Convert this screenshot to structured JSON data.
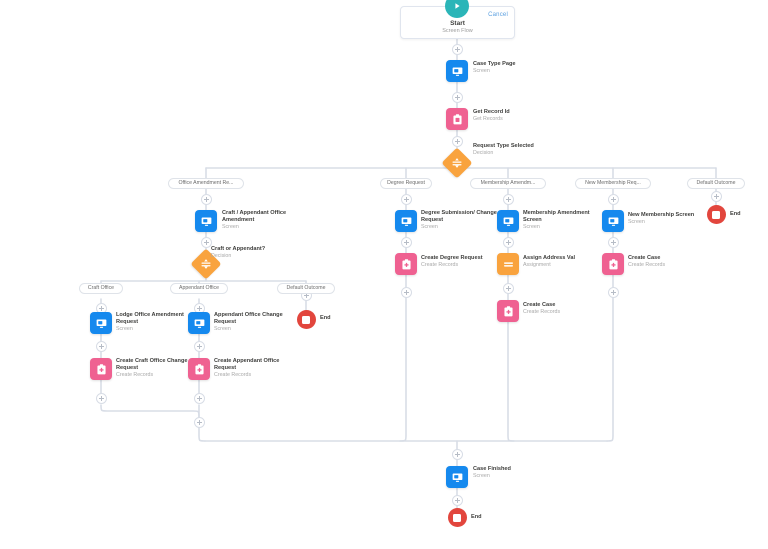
{
  "app": {
    "name": "Salesforce Flow Builder Canvas",
    "background": "#ffffff",
    "colors": {
      "screen": "#1589ee",
      "create_records": "#ef6191",
      "get_records": "#ef6191",
      "assignment": "#f9a33e",
      "decision": "#f9a33e",
      "start": "#2bb5b8",
      "end": "#e2463d",
      "connector": "#d8dde6",
      "label_text": "#3e3e3c",
      "sub_text": "#a8a8a8",
      "link": "#5a9fe0"
    }
  },
  "start": {
    "title": "Start",
    "subtitle": "Screen Flow",
    "cancel_label": "Cancel",
    "icon": "play-icon"
  },
  "nodes": [
    {
      "id": "case_type_page",
      "label": "Case Type Page",
      "sub": "Screen",
      "type": "screen"
    },
    {
      "id": "get_record_id",
      "label": "Get Record Id",
      "sub": "Get Records",
      "type": "records"
    },
    {
      "id": "request_type",
      "label": "Request Type Selected",
      "sub": "Decision",
      "type": "decision"
    },
    {
      "id": "craft_app_office",
      "label": "Craft / Appendant Office Amendment",
      "sub": "Screen",
      "type": "screen"
    },
    {
      "id": "craft_or_app",
      "label": "Craft or Appendant?",
      "sub": "Decision",
      "type": "decision"
    },
    {
      "id": "lodge_office",
      "label": "Lodge Office Amendment Request",
      "sub": "Screen",
      "type": "screen"
    },
    {
      "id": "create_craft",
      "label": "Create Craft Office Change Request",
      "sub": "Create Records",
      "type": "records"
    },
    {
      "id": "appendant_change",
      "label": "Appendant Office Change Request",
      "sub": "Screen",
      "type": "screen"
    },
    {
      "id": "create_appendant",
      "label": "Create Appendant Office Request",
      "sub": "Create Records",
      "type": "records"
    },
    {
      "id": "degree_submission",
      "label": "Degree Submission/ Change Request",
      "sub": "Screen",
      "type": "screen"
    },
    {
      "id": "create_degree",
      "label": "Create Degree Request",
      "sub": "Create Records",
      "type": "records"
    },
    {
      "id": "membership_amend",
      "label": "Membership Amendment Screen",
      "sub": "Screen",
      "type": "screen"
    },
    {
      "id": "assign_address",
      "label": "Assign Address Val",
      "sub": "Assignment",
      "type": "assign"
    },
    {
      "id": "create_case_1",
      "label": "Create Case",
      "sub": "Create Records",
      "type": "records"
    },
    {
      "id": "new_membership",
      "label": "New Membership Screen",
      "sub": "Screen",
      "type": "screen"
    },
    {
      "id": "create_case_2",
      "label": "Create Case",
      "sub": "Create Records",
      "type": "records"
    },
    {
      "id": "case_finished",
      "label": "Case Finished",
      "sub": "Screen",
      "type": "screen"
    }
  ],
  "decision_branches": {
    "request_type_selected": [
      "Office Amendment Re...",
      "Degree Request",
      "Membership Amendm...",
      "New Membership Req...",
      "Default Outcome"
    ],
    "craft_or_appendant": [
      "Craft Office",
      "Appendant Office",
      "Default Outcome"
    ]
  },
  "ends": [
    {
      "id": "end_default_top",
      "label": "End"
    },
    {
      "id": "end_default_inner",
      "label": "End"
    },
    {
      "id": "end_final",
      "label": "End"
    }
  ],
  "labels": {
    "case_type_page": {
      "label": "Case Type Page",
      "sub": "Screen"
    },
    "get_record_id": {
      "label": "Get Record Id",
      "sub": "Get Records"
    },
    "request_type": {
      "label": "Request Type Selected",
      "sub": "Decision"
    },
    "craft_app_office": {
      "label": "Craft / Appendant Office Amendment",
      "sub": "Screen"
    },
    "craft_or_app": {
      "label": "Craft or Appendant?",
      "sub": "Decision"
    },
    "lodge_office": {
      "label": "Lodge Office Amendment Request",
      "sub": "Screen"
    },
    "create_craft": {
      "label": "Create Craft Office Change Request",
      "sub": "Create Records"
    },
    "appendant_change": {
      "label": "Appendant Office Change Request",
      "sub": "Screen"
    },
    "create_appendant": {
      "label": "Create Appendant Office Request",
      "sub": "Create Records"
    },
    "degree_submission": {
      "label": "Degree Submission/ Change Request",
      "sub": "Screen"
    },
    "create_degree": {
      "label": "Create Degree Request",
      "sub": "Create Records"
    },
    "membership_amend": {
      "label": "Membership Amendment Screen",
      "sub": "Screen"
    },
    "assign_address": {
      "label": "Assign Address Val",
      "sub": "Assignment"
    },
    "create_case_1": {
      "label": "Create Case",
      "sub": "Create Records"
    },
    "new_membership": {
      "label": "New Membership Screen",
      "sub": "Screen"
    },
    "create_case_2": {
      "label": "Create Case",
      "sub": "Create Records"
    },
    "case_finished": {
      "label": "Case Finished",
      "sub": "Screen"
    }
  },
  "branch_pills": {
    "office_amendment": "Office Amendment Re...",
    "degree_request": "Degree Request",
    "membership_amend": "Membership Amendm...",
    "new_membership": "New Membership Req...",
    "default_outcome": "Default Outcome",
    "craft_office": "Craft Office",
    "appendant_office": "Appendant Office",
    "default_outcome_2": "Default Outcome"
  },
  "end_labels": {
    "top": "End",
    "inner": "End",
    "final": "End"
  }
}
